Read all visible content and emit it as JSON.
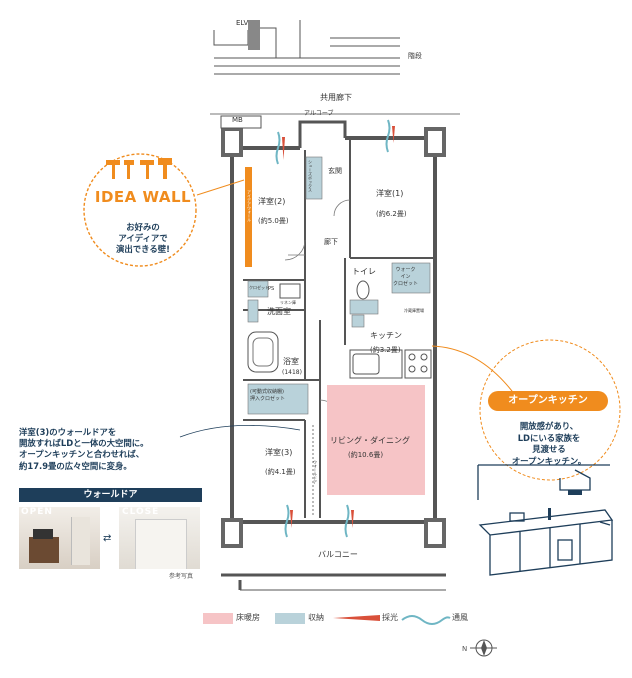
{
  "top": {
    "elv": "ELV",
    "stairs": "階段",
    "corridor": "共用廊下",
    "alcove": "アルコーブ",
    "mb": "MB"
  },
  "rooms": {
    "western2": "洋室(2)",
    "western2_size": "(約5.0畳)",
    "western1": "洋室(1)",
    "western1_size": "(約6.2畳)",
    "entrance": "玄関",
    "hallway": "廊下",
    "toilet": "トイレ",
    "wic": "ウォーク\nイン\nクロゼット",
    "washroom": "洗面室",
    "bathroom": "浴室",
    "bath_size": "(1418)",
    "kitchen": "キッチン",
    "kitchen_size": "(約3.2畳)",
    "living": "リビング・ダイニング",
    "living_size": "(約10.6畳)",
    "western3": "洋室(3)",
    "western3_size": "(約4.1畳)",
    "balcony": "バルコニー",
    "shoebox": "シューズボックス",
    "idea_strip": "アイデアウォール",
    "closet": "クロゼット",
    "linen": "リネン庫",
    "storage_closet": "(可動式収納棚)\n押入クロゼット",
    "fridge": "冷蔵庫置場",
    "ps": "PS",
    "wall_door": "ウォールドア"
  },
  "idea_wall": {
    "title": "IDEA WALL",
    "text": "お好みの\nアイディアで\n演出できる壁!"
  },
  "wall_note": {
    "text": "洋室(3)のウォールドアを\n開放すればLDと一体の大空間に。\nオープンキッチンと合わせれば、\n約17.9畳の広々空間に変身。"
  },
  "photo_panel": {
    "title": "ウォールドア",
    "open": "OPEN",
    "close": "CLOSE",
    "caption": "参考写真"
  },
  "open_kitchen": {
    "title": "オープンキッチン",
    "text": "開放感があり、\nLDにいる家族を\n見渡せる\nオープンキッチン。"
  },
  "legend": {
    "floor_heating": "床暖房",
    "storage": "収納",
    "light": "採光",
    "ventilation": "通風"
  },
  "colors": {
    "floor_heating": "#f6c4c6",
    "storage": "#b9d2da",
    "accent": "#f08c1e",
    "navy": "#1e3e5a",
    "light": "#d9503a",
    "wind": "#6fb6c4"
  }
}
